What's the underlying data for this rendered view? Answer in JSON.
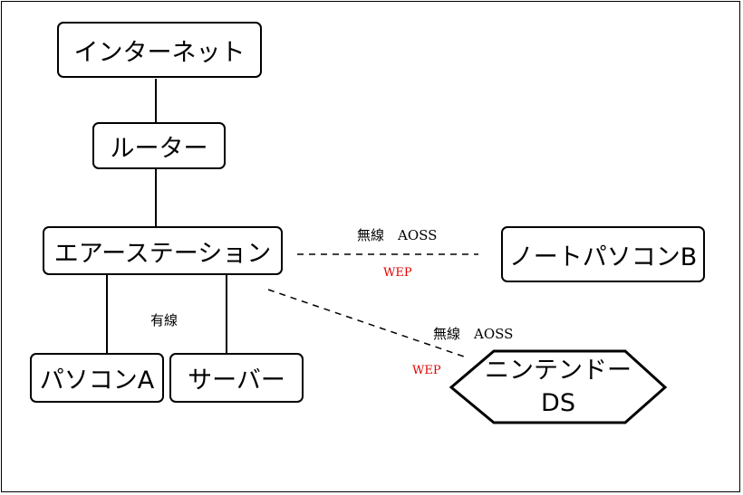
{
  "nodes": {
    "internet": "インターネット",
    "router": "ルーター",
    "airstation": "エアーステーション",
    "notebook_b": "ノートパソコンB",
    "pc_a": "パソコンA",
    "server": "サーバー",
    "ds_line1": "ニンテンドー",
    "ds_line2": "DS"
  },
  "labels": {
    "wireless_to_notebook": "無線　AOSS",
    "wep_to_notebook": "WEP",
    "wired": "有線",
    "wireless_to_ds": "無線　AOSS",
    "wep_to_ds": "WEP"
  },
  "colors": {
    "wep": "#e00000",
    "line": "#000000"
  }
}
